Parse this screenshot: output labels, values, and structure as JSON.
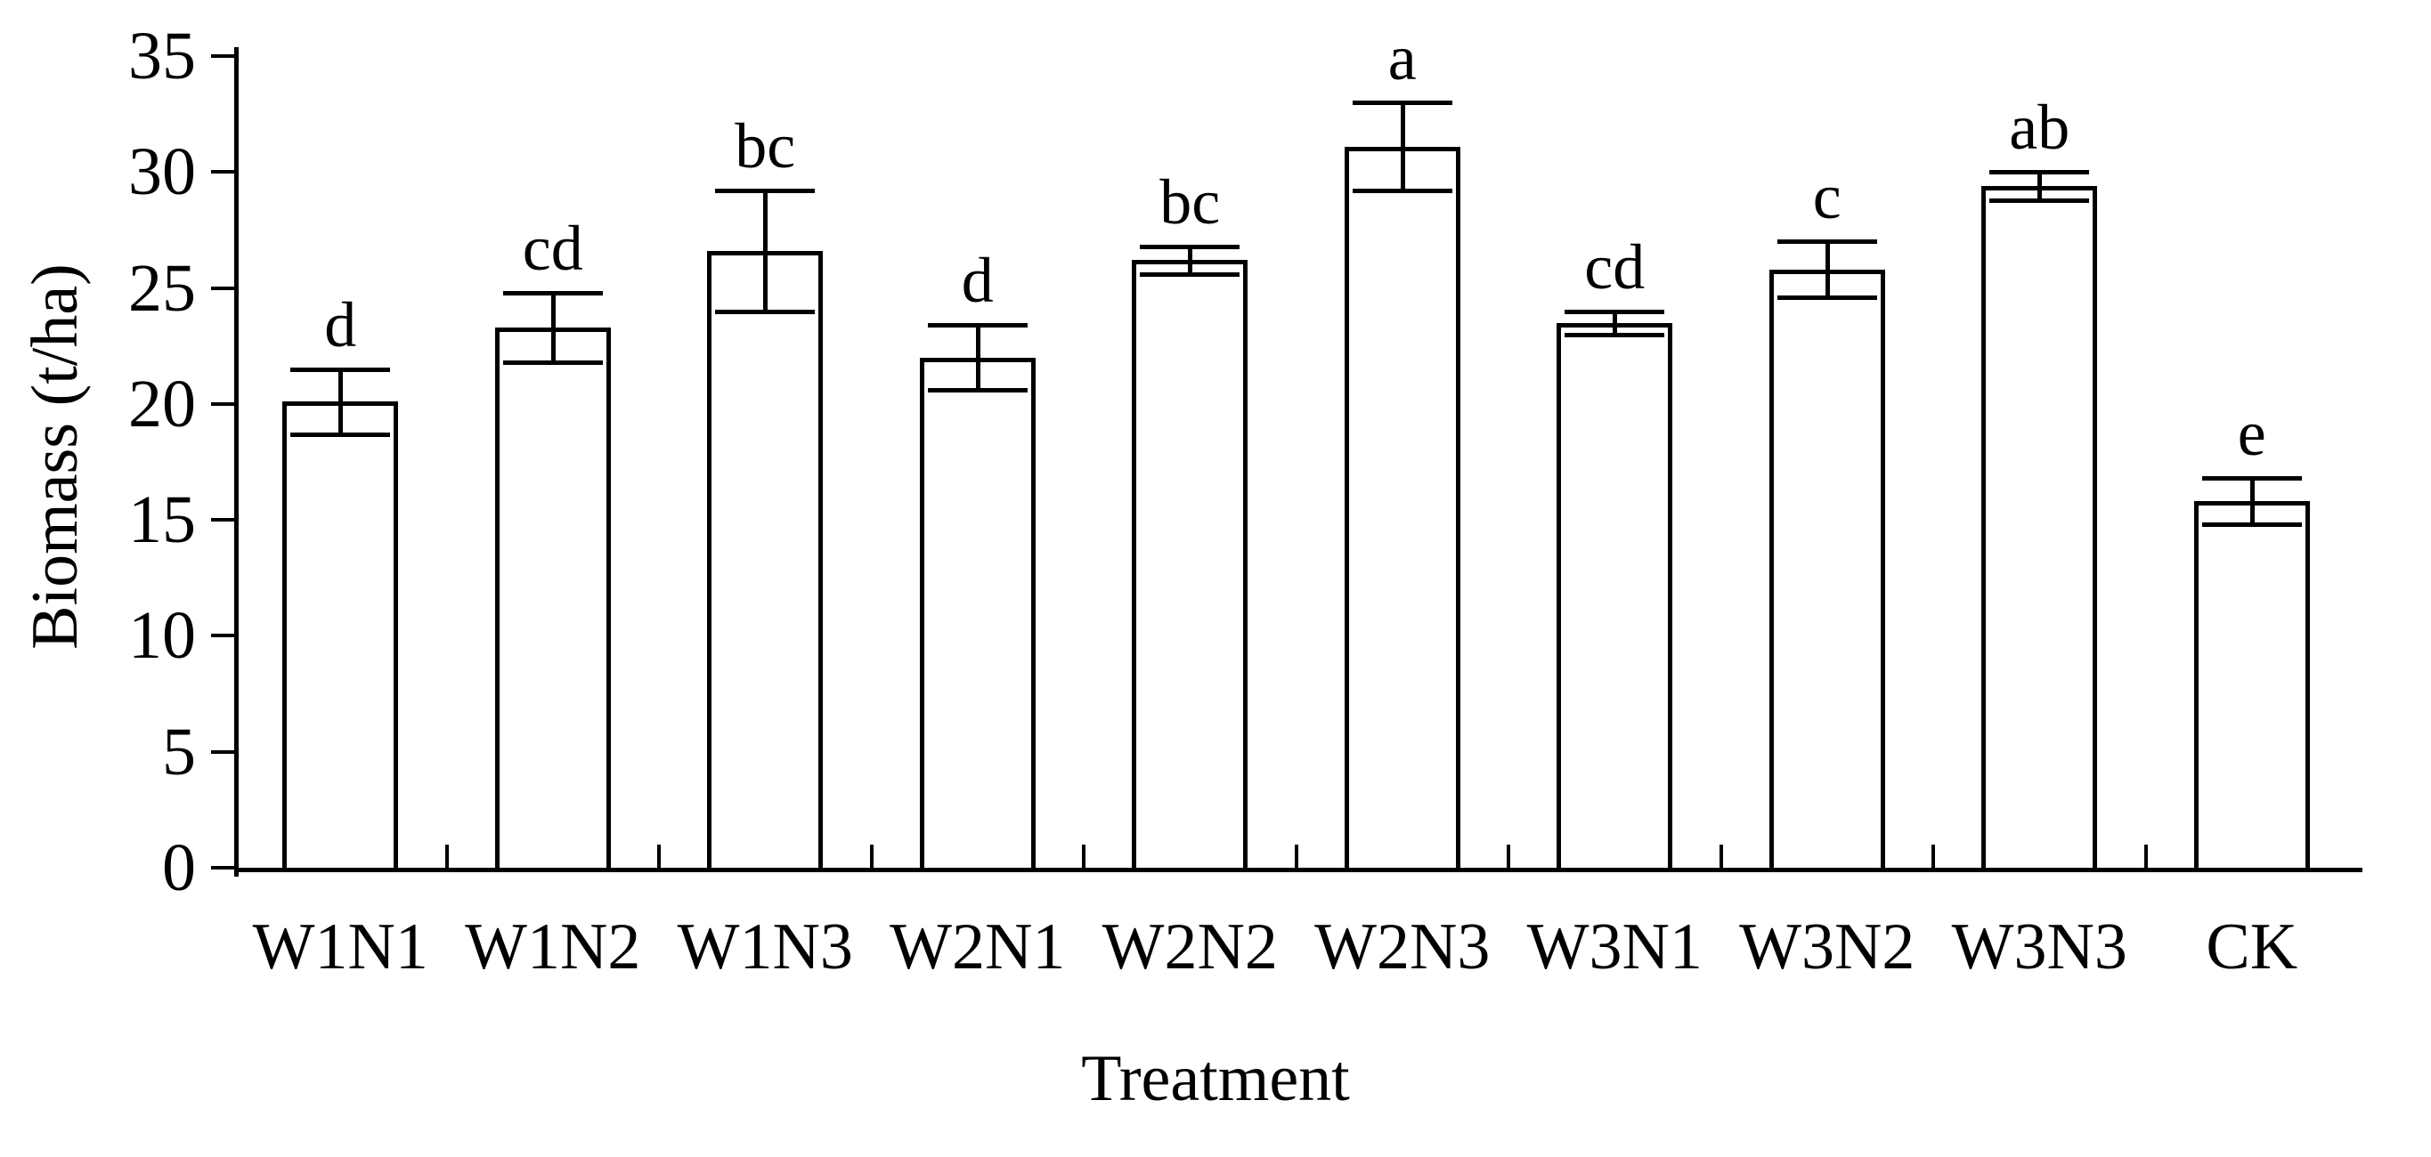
{
  "chart_data": {
    "type": "bar",
    "title": "",
    "xlabel": "Treatment",
    "ylabel": "Biomass (t/ha)",
    "categories": [
      "W1N1",
      "W1N2",
      "W1N3",
      "W2N1",
      "W2N2",
      "W2N3",
      "W3N1",
      "W3N2",
      "W3N3",
      "CK"
    ],
    "values": [
      20.1,
      23.3,
      26.6,
      22.0,
      26.2,
      31.1,
      23.5,
      25.8,
      29.4,
      15.8
    ],
    "errors": [
      1.4,
      1.5,
      2.6,
      1.4,
      0.6,
      1.9,
      0.5,
      1.2,
      0.6,
      1.0
    ],
    "sig_letters": [
      "d",
      "cd",
      "bc",
      "d",
      "bc",
      "a",
      "cd",
      "c",
      "ab",
      "e"
    ],
    "ylim": [
      0,
      35
    ],
    "yticks": [
      0,
      5,
      10,
      15,
      20,
      25,
      30,
      35
    ],
    "ytick_labels": [
      "0",
      "5",
      "10",
      "15",
      "20",
      "25",
      "30",
      "35"
    ],
    "grid": false,
    "legend": "none",
    "bar_fill": "#ffffff",
    "bar_edge": "#000000",
    "axis_color": "#000000"
  }
}
